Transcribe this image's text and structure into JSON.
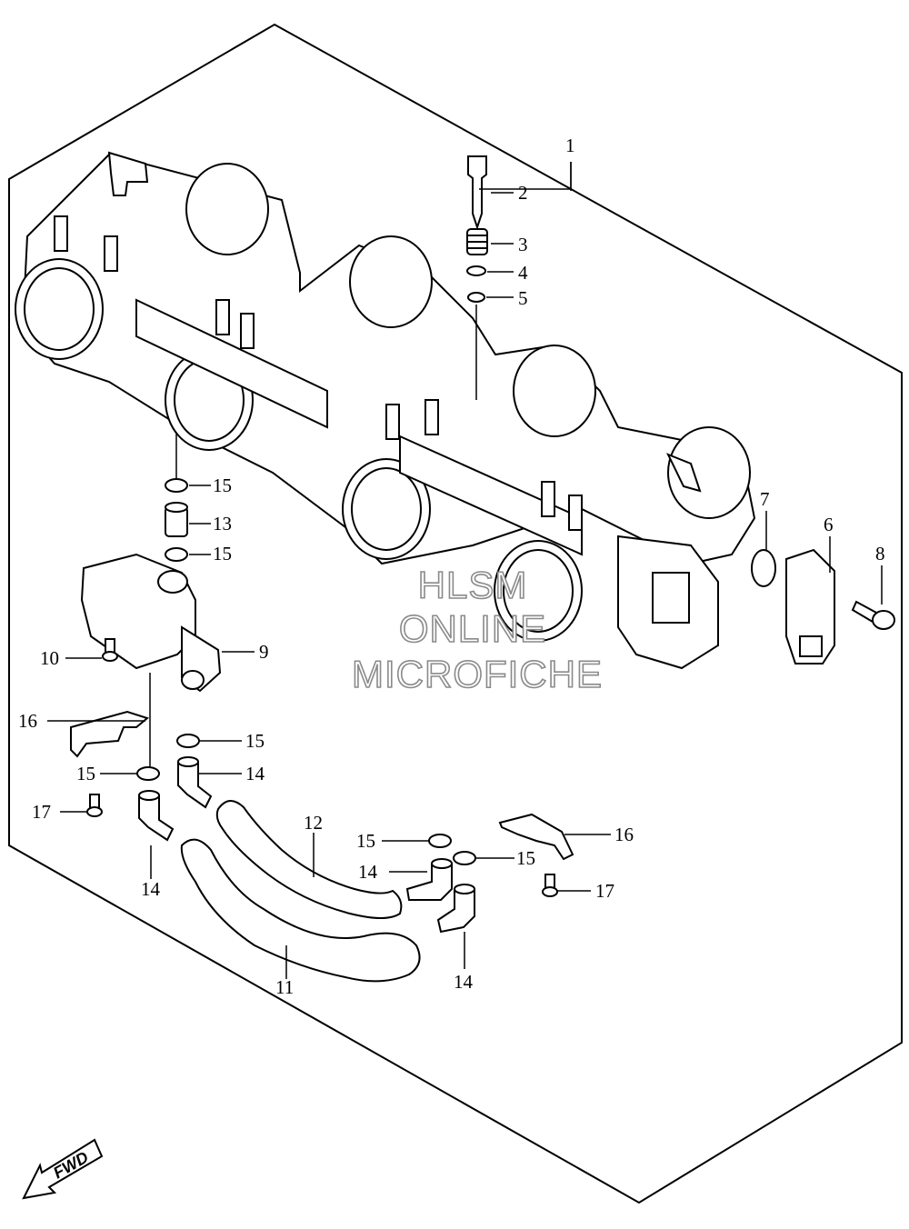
{
  "watermark": {
    "line1": "HLSM",
    "line2": "ONLINE",
    "line3": "MICROFICHE"
  },
  "fwd_arrow": {
    "label": "FWD"
  },
  "callouts": [
    {
      "id": "c1",
      "text": "1",
      "part": "throttle-body-assembly"
    },
    {
      "id": "c2",
      "text": "2",
      "part": "adjusting-screw"
    },
    {
      "id": "c3",
      "text": "3",
      "part": "spring"
    },
    {
      "id": "c4",
      "text": "4",
      "part": "washer"
    },
    {
      "id": "c5",
      "text": "5",
      "part": "o-ring"
    },
    {
      "id": "c6",
      "text": "6",
      "part": "sensor"
    },
    {
      "id": "c7",
      "text": "7",
      "part": "o-ring"
    },
    {
      "id": "c8",
      "text": "8",
      "part": "screw"
    },
    {
      "id": "c9",
      "text": "9",
      "part": "valve-assembly"
    },
    {
      "id": "c10",
      "text": "10",
      "part": "screw"
    },
    {
      "id": "c11",
      "text": "11",
      "part": "hose"
    },
    {
      "id": "c12",
      "text": "12",
      "part": "hose"
    },
    {
      "id": "c13",
      "text": "13",
      "part": "joint"
    },
    {
      "id": "c14a",
      "text": "14",
      "part": "elbow-joint"
    },
    {
      "id": "c14b",
      "text": "14",
      "part": "elbow-joint"
    },
    {
      "id": "c14c",
      "text": "14",
      "part": "elbow-joint"
    },
    {
      "id": "c14d",
      "text": "14",
      "part": "elbow-joint"
    },
    {
      "id": "c15a",
      "text": "15",
      "part": "o-ring"
    },
    {
      "id": "c15b",
      "text": "15",
      "part": "o-ring"
    },
    {
      "id": "c15c",
      "text": "15",
      "part": "o-ring"
    },
    {
      "id": "c15d",
      "text": "15",
      "part": "o-ring"
    },
    {
      "id": "c15e",
      "text": "15",
      "part": "o-ring"
    },
    {
      "id": "c15f",
      "text": "15",
      "part": "o-ring"
    },
    {
      "id": "c16a",
      "text": "16",
      "part": "bracket"
    },
    {
      "id": "c16b",
      "text": "16",
      "part": "bracket"
    },
    {
      "id": "c17a",
      "text": "17",
      "part": "screw"
    },
    {
      "id": "c17b",
      "text": "17",
      "part": "screw"
    }
  ]
}
